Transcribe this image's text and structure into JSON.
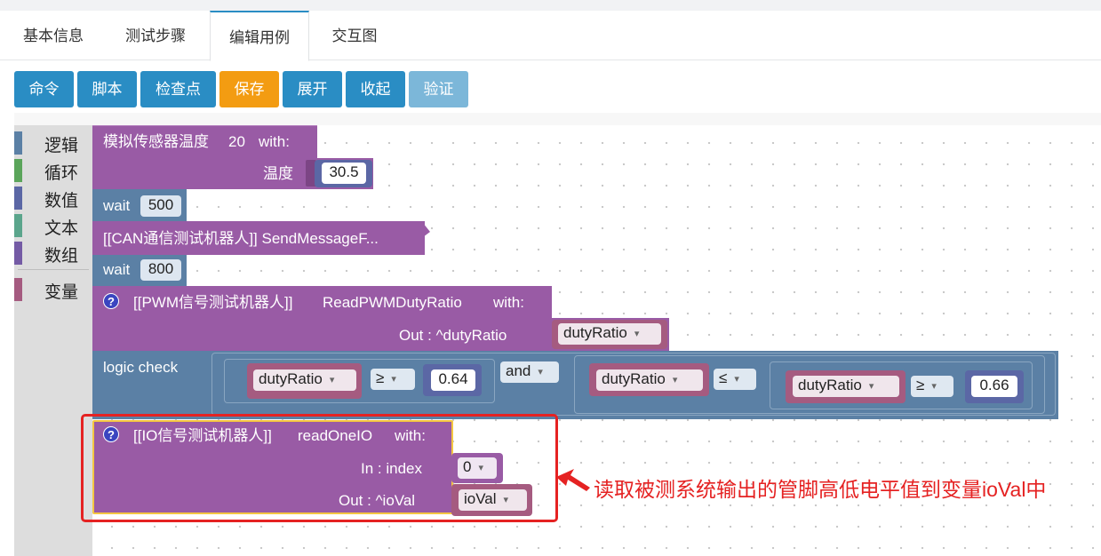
{
  "tabs": [
    {
      "label": "基本信息"
    },
    {
      "label": "测试步骤"
    },
    {
      "label": "编辑用例"
    },
    {
      "label": "交互图"
    }
  ],
  "toolbar": {
    "command": "命令",
    "script": "脚本",
    "checkpoint": "检查点",
    "save": "保存",
    "expand": "展开",
    "collapse": "收起",
    "verify": "验证"
  },
  "toolbox": {
    "categories": [
      {
        "label": "逻辑",
        "color": "#5b80a5"
      },
      {
        "label": "循环",
        "color": "#5ba55b"
      },
      {
        "label": "数值",
        "color": "#5b67a5"
      },
      {
        "label": "文本",
        "color": "#5ba58c"
      },
      {
        "label": "数组",
        "color": "#745ba5"
      },
      {
        "label": "变量",
        "color": "#a55b80"
      }
    ]
  },
  "blocks": {
    "sim_temp": {
      "title": "模拟传感器温度",
      "value": "20",
      "with": "with:",
      "param_label": "温度",
      "param_value": "30.5"
    },
    "wait1": {
      "label": "wait",
      "value": "500"
    },
    "can_send": {
      "label": "[[CAN通信测试机器人]] SendMessageF..."
    },
    "wait2": {
      "label": "wait",
      "value": "800"
    },
    "pwm": {
      "help": "?",
      "robot": "[[PWM信号测试机器人]]",
      "method": "ReadPWMDutyRatio",
      "with": "with:",
      "out_label": "Out : ^dutyRatio",
      "out_var": "dutyRatio"
    },
    "logic_check": {
      "label": "logic check",
      "var1": "dutyRatio",
      "op1": "≥",
      "num1": "0.64",
      "and_label": "and",
      "var2": "dutyRatio",
      "op2": "≤",
      "var3": "dutyRatio",
      "op3": "≥",
      "num3": "0.66"
    },
    "io": {
      "help": "?",
      "robot": "[[IO信号测试机器人]]",
      "method": "readOneIO",
      "with": "with:",
      "in_label": "In : index",
      "in_value": "0",
      "out_label": "Out : ^ioVal",
      "out_var": "ioVal"
    }
  },
  "annotation": "读取被测系统输出的管脚高低电平值到变量ioVal中",
  "colors": {
    "accent": "#2a8dc4",
    "save": "#f39c12",
    "procedure": "#995ba5",
    "wait": "#5b80a5",
    "math": "#5b67a5",
    "variable": "#a55b80",
    "annotation": "#e52222"
  }
}
